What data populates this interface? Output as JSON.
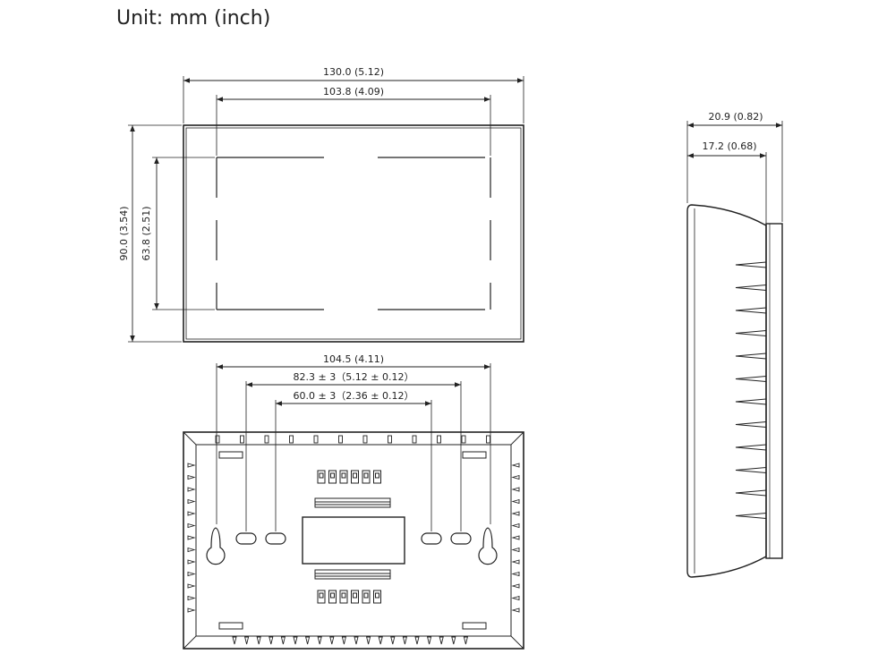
{
  "unit_label": "Unit: mm (inch)",
  "front_view": {
    "overall_width": "130.0 (5.12)",
    "screen_width": "103.8 (4.09)",
    "overall_height": "90.0 (3.54)",
    "screen_height": "63.8 (2.51)"
  },
  "back_view": {
    "outer_hole_spacing": "104.5 (4.11)",
    "mid_hole_spacing": "82.3 ± 3（5.12 ± 0.12）",
    "inner_hole_spacing": "60.0 ± 3（2.36 ± 0.12）"
  },
  "side_view": {
    "overall_depth": "20.9 (0.82)",
    "body_depth": "17.2 (0.68)"
  },
  "colors": {
    "line": "#222222",
    "background": "#ffffff"
  }
}
